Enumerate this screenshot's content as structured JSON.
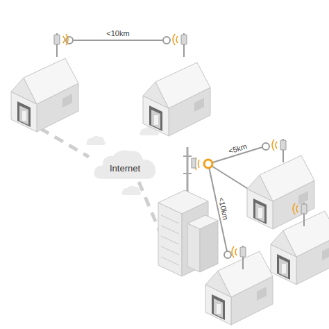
{
  "diagram": {
    "nodes": [
      {
        "text": [
          "Internet"
        ]
      }
    ],
    "labels": [
      "<10km",
      "<5km",
      "<10km"
    ]
  }
}
